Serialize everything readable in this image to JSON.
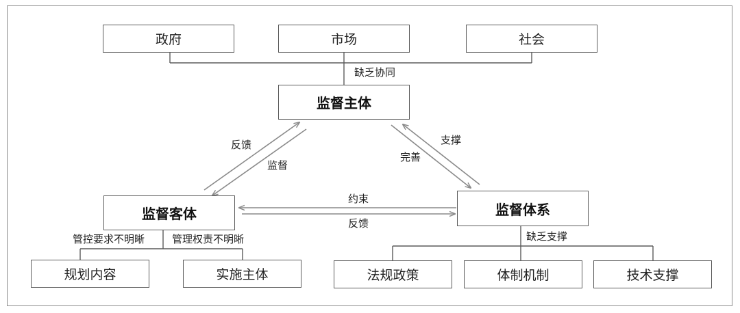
{
  "nodes": {
    "government": "政府",
    "market": "市场",
    "society": "社会",
    "supervision_subject": "监督主体",
    "supervision_object": "监督客体",
    "supervision_system": "监督体系",
    "planning_content": "规划内容",
    "implementing_subject": "实施主体",
    "laws_policies": "法规政策",
    "institutional_mechanism": "体制机制",
    "technical_support": "技术支撑"
  },
  "edge_labels": {
    "lack_coordination": "缺乏协同",
    "feedback_left": "反馈",
    "supervise": "监督",
    "support": "支撑",
    "improve": "完善",
    "constraint": "约束",
    "feedback_bottom": "反馈",
    "lack_support": "缺乏支撑",
    "control_unclear": "管控要求不明晰",
    "management_unclear": "管理权责不明晰"
  },
  "colors": {
    "stroke": "#5a5a5a",
    "arrow": "#8a8a8a",
    "frame": "#8a8a8a"
  }
}
